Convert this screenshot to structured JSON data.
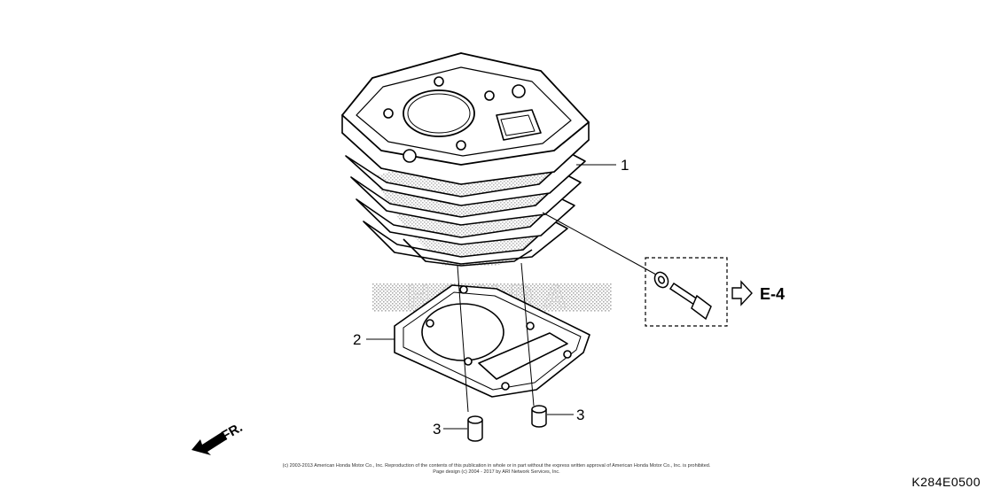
{
  "callouts": [
    {
      "number": "1",
      "part": "cylinder"
    },
    {
      "number": "2",
      "part": "cylinder-gasket"
    },
    {
      "number": "3",
      "part": "dowel-pin"
    },
    {
      "number": "3",
      "part": "dowel-pin"
    }
  ],
  "reference": {
    "label": "E-4"
  },
  "direction": {
    "label": "FR."
  },
  "watermark": {
    "text": "HONDA"
  },
  "copyright": {
    "line1": "(c) 2003-2013 American Honda Motor Co., Inc. Reproduction of the contents of this publication in whole or in part without the express written approval of American Honda Motor Co., Inc. is prohibited.",
    "line2": "Page design (c) 2004 - 2017 by ARI Network Services, Inc."
  },
  "diagram_code": "K284E0500",
  "colors": {
    "line": "#000000",
    "shade": "#9a9a9a"
  }
}
